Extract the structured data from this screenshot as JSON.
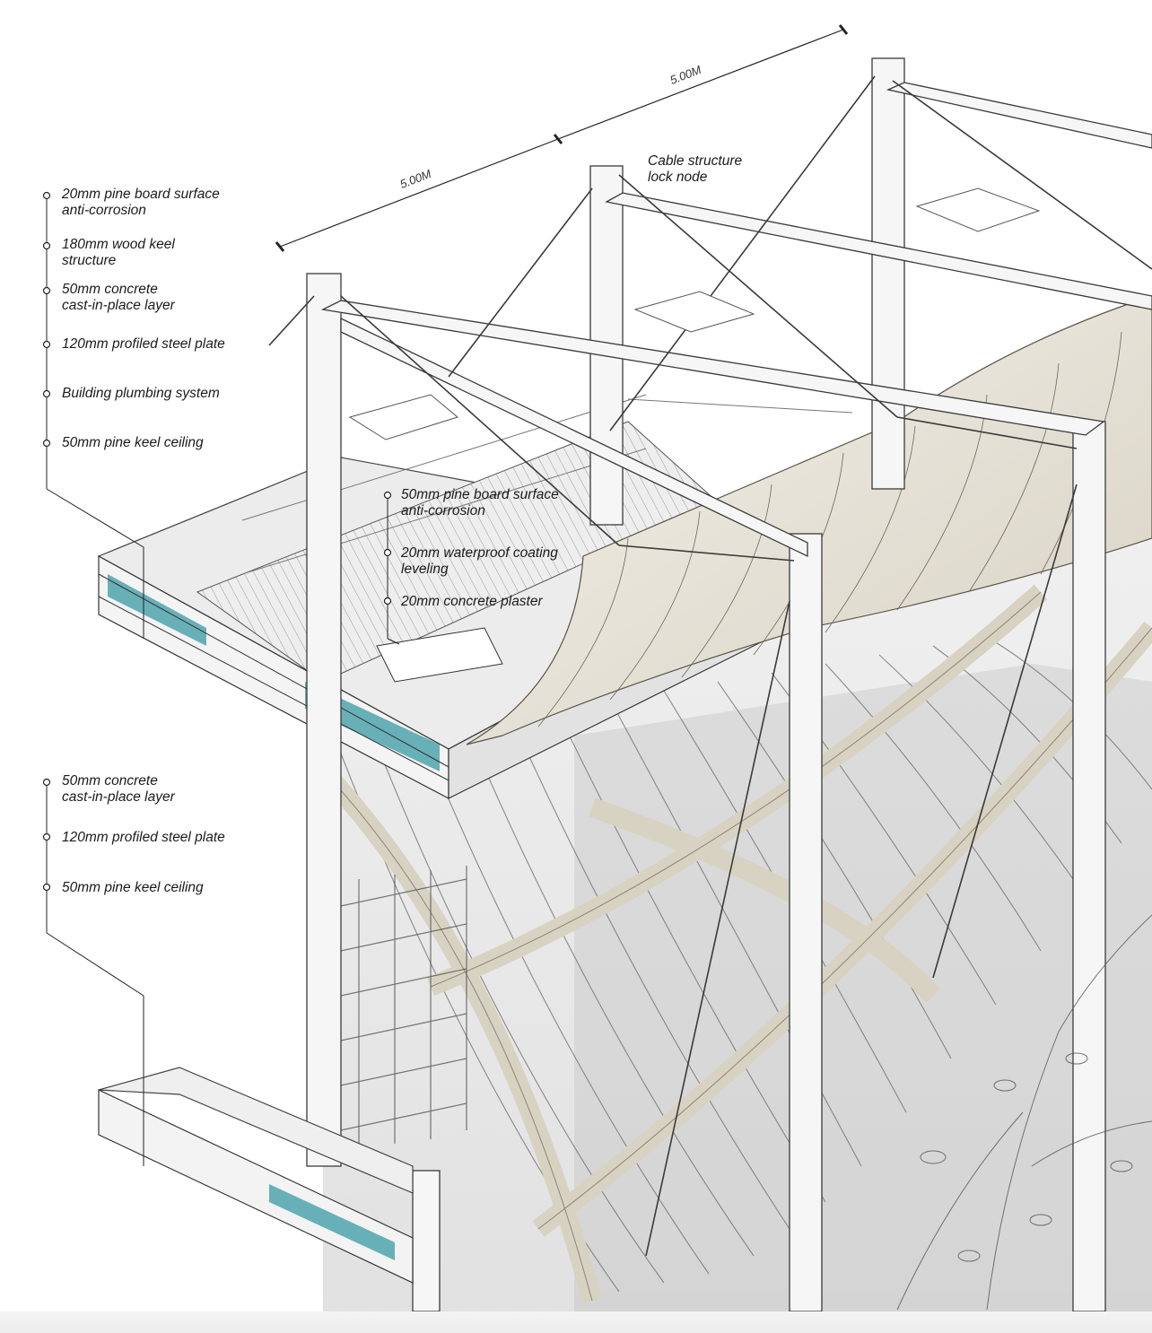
{
  "dimensions": {
    "span_a": "5.00M",
    "span_b": "5.00M"
  },
  "callouts": {
    "cable_node": {
      "line1": "Cable structure",
      "line2": "lock node"
    }
  },
  "upper_floor_layers": [
    {
      "line1": "20mm pine board surface",
      "line2": "anti-corrosion"
    },
    {
      "line1": "180mm wood keel",
      "line2": "structure"
    },
    {
      "line1": "50mm concrete",
      "line2": "cast-in-place layer"
    },
    {
      "line1": "120mm profiled steel plate",
      "line2": ""
    },
    {
      "line1": "Building plumbing system",
      "line2": ""
    },
    {
      "line1": "50mm pine keel ceiling",
      "line2": ""
    }
  ],
  "deck_layers": [
    {
      "line1": "50mm pine board surface",
      "line2": "anti-corrosion"
    },
    {
      "line1": "20mm waterproof coating",
      "line2": "leveling"
    },
    {
      "line1": "20mm concrete plaster",
      "line2": ""
    }
  ],
  "lower_floor_layers": [
    {
      "line1": "50mm concrete",
      "line2": "cast-in-place layer"
    },
    {
      "line1": "120mm profiled steel plate",
      "line2": ""
    },
    {
      "line1": "50mm pine keel ceiling",
      "line2": ""
    }
  ],
  "colors": {
    "accent_pipe": "#4fa3ad",
    "structure": "#f3f1ec",
    "line": "#2a2a2a",
    "shading": "#d9d9d9"
  }
}
